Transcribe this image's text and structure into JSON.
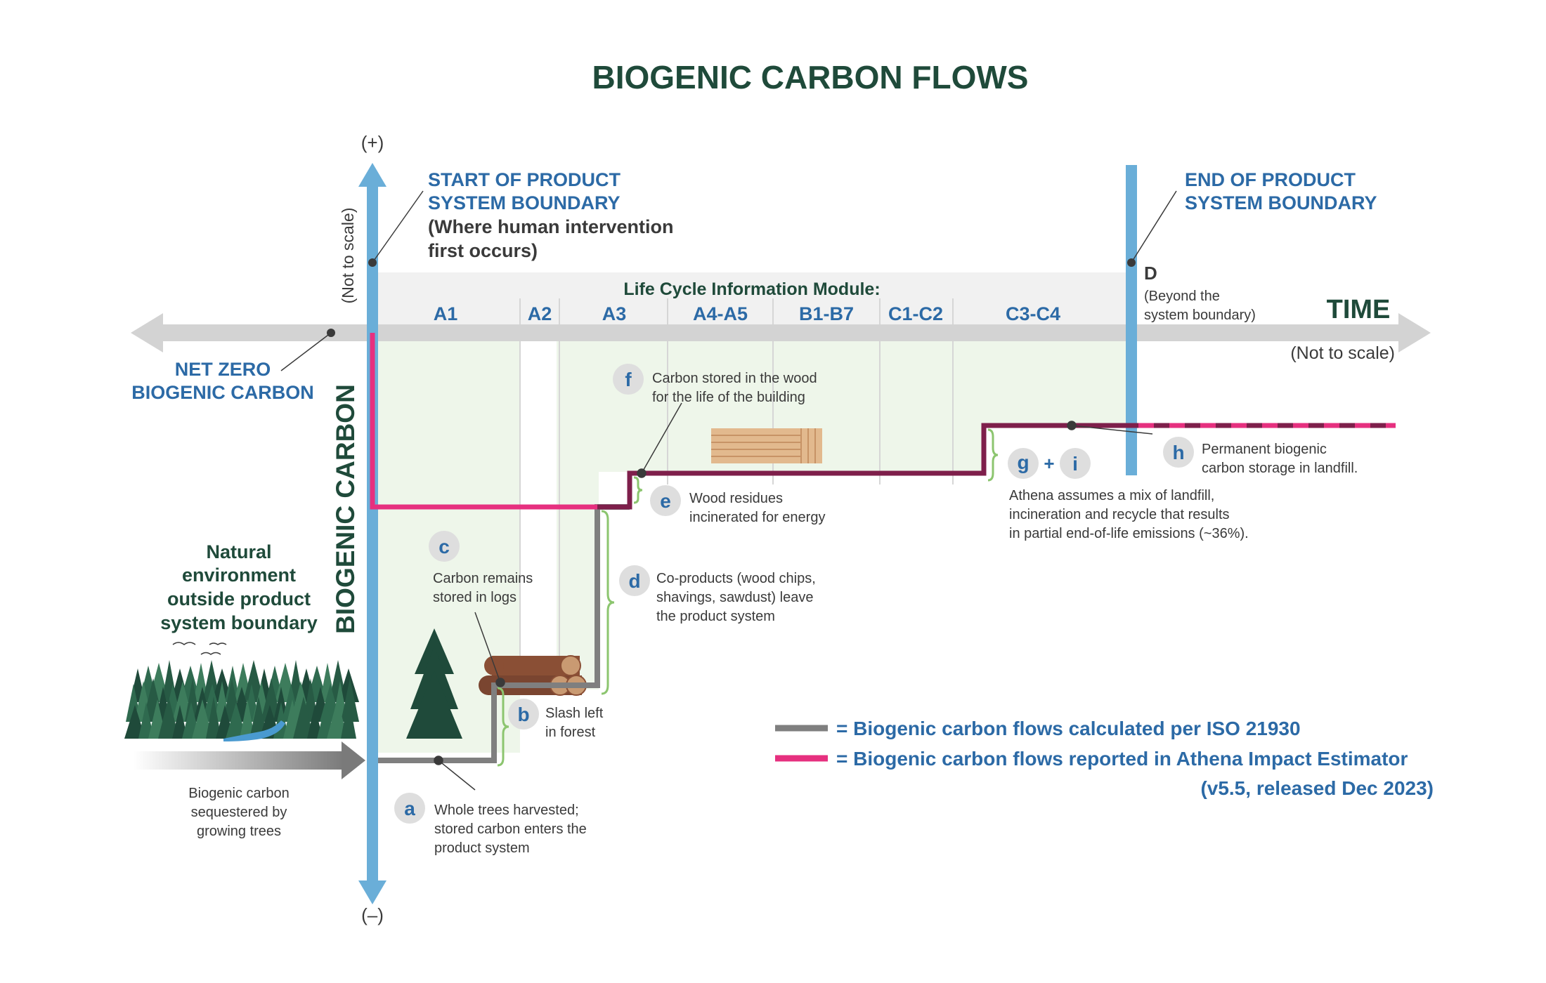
{
  "title": "BIOGENIC CARBON FLOWS",
  "colors": {
    "dark_green": "#1f4a3a",
    "blue": "#2c6aa6",
    "axis_blue": "#6aaed8",
    "grey_arrow": "#d3d3d3",
    "band": "#f1f1f1",
    "pale_green": "#eef6ea",
    "iso_grey": "#7f7f7f",
    "athena_pink": "#e6307f",
    "wine": "#7e1f4b",
    "brace_green": "#8cc56f",
    "circle_grey": "#dedede",
    "text_dark": "#3a3a3a"
  },
  "y_axis": {
    "plus": "(+)",
    "minus": "(–)",
    "label": "BIOGENIC CARBON",
    "not_to_scale": "(Not to scale)"
  },
  "x_axis": {
    "label": "TIME",
    "not_to_scale": "(Not to scale)",
    "module_header": "Life Cycle Information Module:",
    "modules": [
      "A1",
      "A2",
      "A3",
      "A4-A5",
      "B1-B7",
      "C1-C2",
      "C3-C4"
    ],
    "d_label": "D",
    "d_sub": [
      "(Beyond the",
      "system boundary)"
    ]
  },
  "start_boundary": [
    "START OF PRODUCT",
    "SYSTEM BOUNDARY",
    "(Where human intervention",
    "first occurs)"
  ],
  "end_boundary": [
    "END OF PRODUCT",
    "SYSTEM BOUNDARY"
  ],
  "net_zero": [
    "NET ZERO",
    "BIOGENIC CARBON"
  ],
  "natural_env": [
    "Natural",
    "environment",
    "outside product",
    "system boundary"
  ],
  "sequestered": [
    "Biogenic carbon",
    "sequestered by",
    "growing trees"
  ],
  "annotations": {
    "a": {
      "letter": "a",
      "lines": [
        "Whole trees harvested;",
        "stored carbon enters the",
        "product system"
      ]
    },
    "b": {
      "letter": "b",
      "lines": [
        "Slash left",
        "in forest"
      ]
    },
    "c": {
      "letter": "c",
      "lines": [
        "Carbon remains",
        "stored in logs"
      ]
    },
    "d": {
      "letter": "d",
      "lines": [
        "Co-products (wood chips,",
        "shavings, sawdust) leave",
        "the product system"
      ]
    },
    "e": {
      "letter": "e",
      "lines": [
        "Wood residues",
        "incinerated for energy"
      ]
    },
    "f": {
      "letter": "f",
      "lines": [
        "Carbon stored in the wood",
        "for the life of the building"
      ]
    },
    "g": {
      "letter": "g"
    },
    "plus_sign": "+",
    "i": {
      "letter": "i"
    },
    "gi_lines": [
      "Athena assumes a mix of landfill,",
      "incineration and recycle that results",
      "in partial end-of-life emissions (~36%)."
    ],
    "h": {
      "letter": "h",
      "lines": [
        "Permanent biogenic",
        "carbon storage in landfill."
      ]
    }
  },
  "legend": {
    "iso": "= Biogenic carbon flows calculated per ISO 21930",
    "athena": "= Biogenic carbon flows reported in Athena Impact Estimator",
    "athena_version": "(v5.5, released Dec 2023)"
  }
}
